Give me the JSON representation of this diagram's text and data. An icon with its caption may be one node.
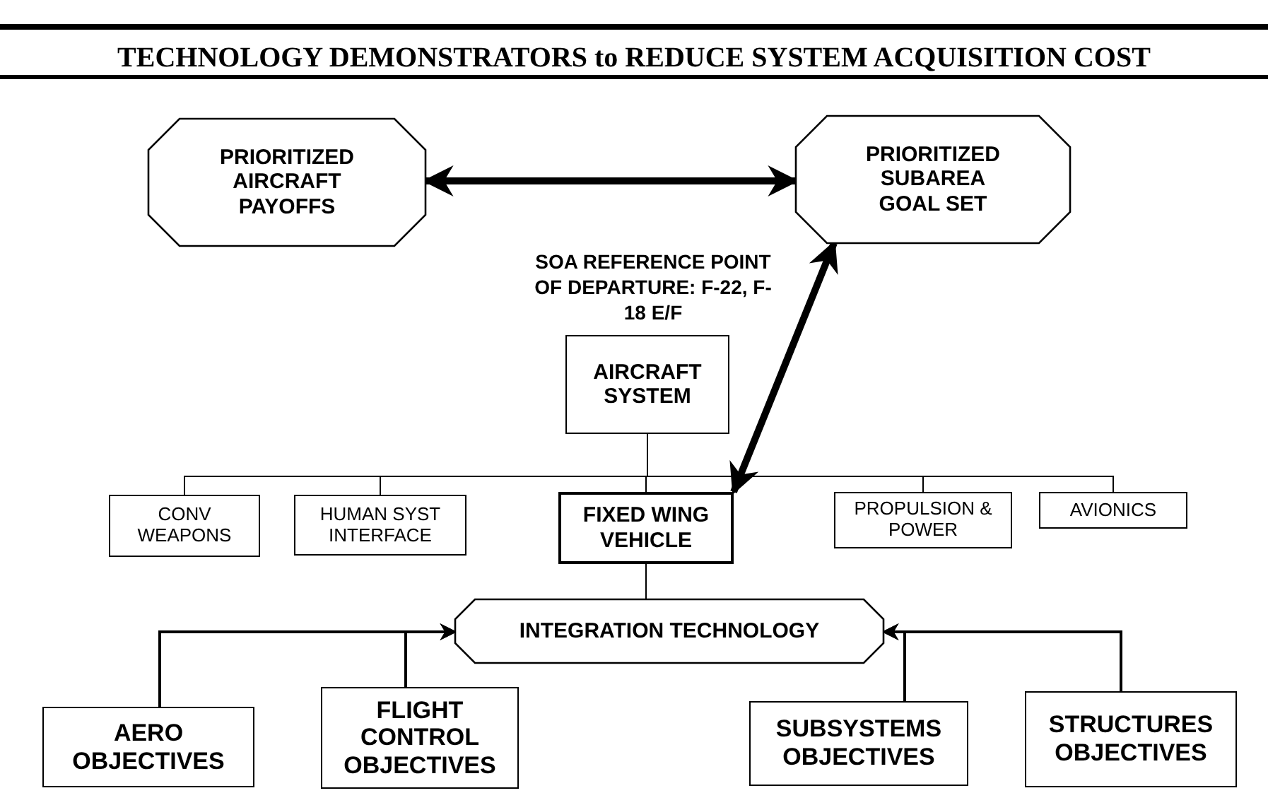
{
  "diagram": {
    "title": "TECHNOLOGY DEMONSTRATORS to REDUCE SYSTEM ACQUISITION COST",
    "nodes": [
      {
        "text": [
          "PRIORITIZED AIRCRAFT PAYOFFS"
        ]
      },
      {
        "text": [
          "PRIORITIZED SUBAREA GOAL SET"
        ]
      },
      {
        "text": [
          "AIRCRAFT SYSTEM"
        ]
      },
      {
        "text": [
          "CONV WEAPONS"
        ]
      },
      {
        "text": [
          "HUMAN SYST INTERFACE"
        ]
      },
      {
        "text": [
          "FIXED WING VEHICLE"
        ]
      },
      {
        "text": [
          "PROPULSION & POWER"
        ]
      },
      {
        "text": [
          "AVIONICS"
        ]
      },
      {
        "text": [
          "INTEGRATION TECHNOLOGY"
        ]
      },
      {
        "text": [
          "AERO OBJECTIVES"
        ]
      },
      {
        "text": [
          "FLIGHT CONTROL OBJECTIVES"
        ]
      },
      {
        "text": [
          "SUBSYSTEMS OBJECTIVES"
        ]
      },
      {
        "text": [
          "STRUCTURES OBJECTIVES"
        ]
      }
    ],
    "edges": [
      {
        "from": 0,
        "to": 1,
        "arrow": "both",
        "style": "thick"
      },
      {
        "from": 2,
        "to": 3,
        "arrow": "none"
      },
      {
        "from": 2,
        "to": 4,
        "arrow": "none"
      },
      {
        "from": 2,
        "to": 5,
        "arrow": "none"
      },
      {
        "from": 2,
        "to": 6,
        "arrow": "none"
      },
      {
        "from": 2,
        "to": 7,
        "arrow": "none"
      },
      {
        "from": 5,
        "to": 1,
        "arrow": "both",
        "style": "thick"
      },
      {
        "from": 5,
        "to": 8,
        "arrow": "none"
      },
      {
        "from": 9,
        "to": 8,
        "arrow": "to"
      },
      {
        "from": 10,
        "to": 8,
        "arrow": "to"
      },
      {
        "from": 11,
        "to": 8,
        "arrow": "to"
      },
      {
        "from": 12,
        "to": 8,
        "arrow": "to"
      }
    ],
    "labels": [
      "SOA REFERENCE POINT OF DEPARTURE: F-22, F-18 E/F"
    ]
  }
}
